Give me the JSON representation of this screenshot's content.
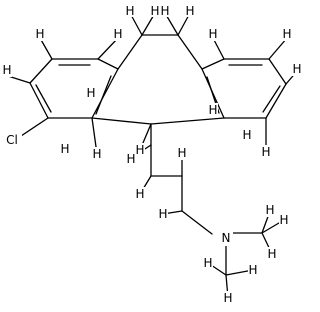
{
  "structure": {
    "atoms": [
      {
        "id": "H1",
        "label": "H"
      },
      {
        "id": "H2",
        "label": "H"
      },
      {
        "id": "H3",
        "label": "H"
      },
      {
        "id": "H4",
        "label": "H"
      },
      {
        "id": "H5",
        "label": "H"
      },
      {
        "id": "H6",
        "label": "H"
      },
      {
        "id": "H7",
        "label": "H"
      },
      {
        "id": "H8",
        "label": "H"
      },
      {
        "id": "H9",
        "label": "H"
      },
      {
        "id": "H10",
        "label": "H"
      },
      {
        "id": "H11",
        "label": "H"
      },
      {
        "id": "Cl",
        "label": "Cl"
      },
      {
        "id": "H12",
        "label": "H"
      },
      {
        "id": "H13",
        "label": "H"
      },
      {
        "id": "H14",
        "label": "H"
      },
      {
        "id": "H15",
        "label": "H"
      },
      {
        "id": "H16",
        "label": "H"
      },
      {
        "id": "H17",
        "label": "H"
      },
      {
        "id": "H18",
        "label": "H"
      },
      {
        "id": "H19",
        "label": "H"
      },
      {
        "id": "H20",
        "label": "H"
      },
      {
        "id": "H21",
        "label": "H"
      },
      {
        "id": "N",
        "label": "N"
      },
      {
        "id": "H22",
        "label": "H"
      },
      {
        "id": "H23",
        "label": "H"
      },
      {
        "id": "H24",
        "label": "H"
      },
      {
        "id": "H25",
        "label": "H"
      },
      {
        "id": "H26",
        "label": "H"
      },
      {
        "id": "H27",
        "label": "H"
      }
    ]
  }
}
